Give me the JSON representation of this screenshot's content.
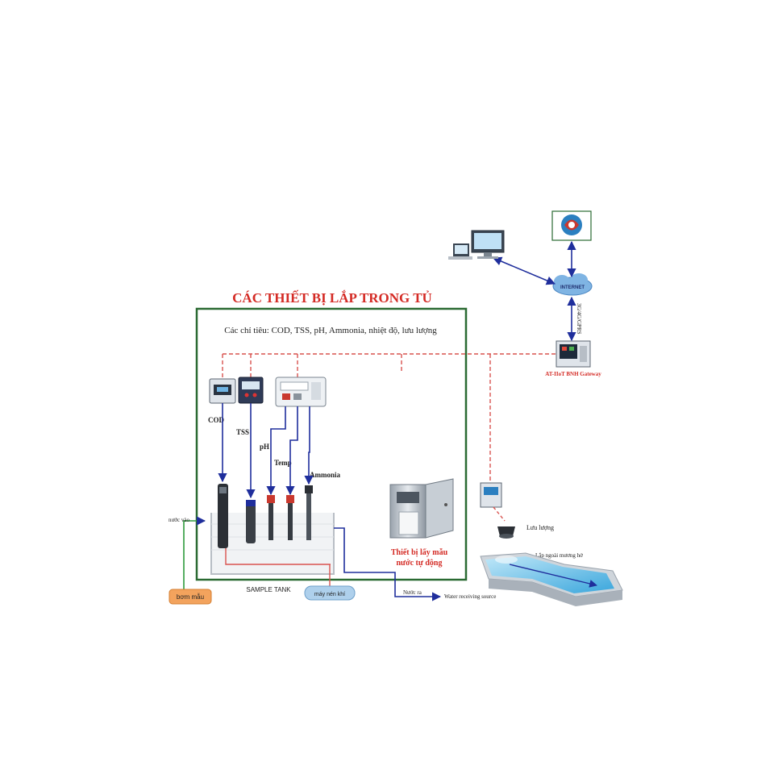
{
  "title": "CÁC THIẾT BỊ LẮP TRONG TỦ",
  "indicators_text": "Các chỉ tiêu: COD, TSS, pH, Ammonia, nhiệt độ, lưu lượng",
  "sensor_labels": {
    "cod": "COD",
    "tss": "TSS",
    "ph": "pH",
    "temp": "Temp",
    "ammonia": "Ammonia"
  },
  "tank_label": "SAMPLE TANK",
  "inlet_label": "nước vào",
  "pump_label": "bơm mẫu",
  "compressor_label": "máy nén khí",
  "outlet_label": "Nước ra",
  "receiving_label": "Water receiving source",
  "sampler_label_line1": "Thiết bị lấy mẫu",
  "sampler_label_line2": "nước tự động",
  "gateway_label": "AT-IIoT BNH Gateway",
  "internet_label": "INTERNET",
  "link_label": "3G/4G/GPRS",
  "flow_label": "Lưu lượng",
  "flow_sensor_label": "Lắp ngoài mương hở",
  "colors": {
    "title_red": "#d42b25",
    "panel_green": "#2a6a32",
    "wire_red": "#d9534f",
    "arrow_blue": "#1f2e9c",
    "pump_orange": "#f3a35d",
    "compressor_blue": "#aed0ec",
    "internet_blue": "#7fb4e3",
    "water_blue": "#6ec3ea"
  }
}
